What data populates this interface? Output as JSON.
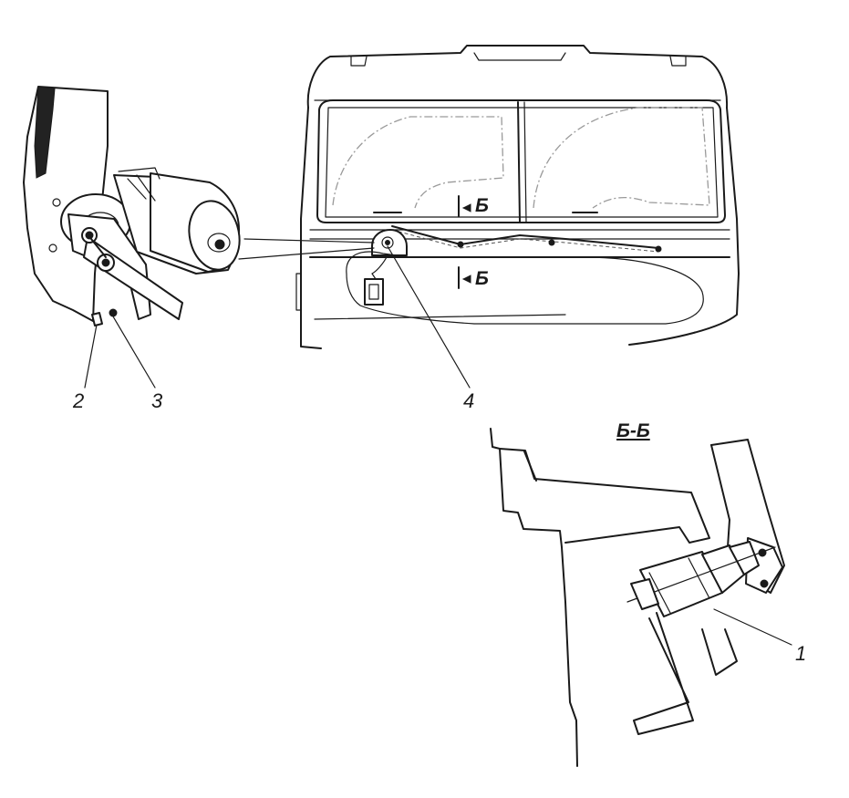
{
  "callouts": {
    "c1": "1",
    "c2": "2",
    "c3": "3",
    "c4": "4"
  },
  "section": {
    "title": "Б-Б",
    "mark_upper": "Б",
    "mark_lower": "Б"
  }
}
